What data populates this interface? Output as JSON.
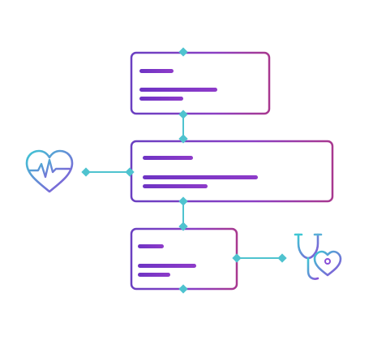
{
  "diagram": {
    "style": "medical-flowchart-infographic",
    "colors": {
      "gradient_start": "#6a3fc1",
      "gradient_mid": "#8a3fc4",
      "gradient_end": "#a8388f",
      "connector": "#4fc3cf",
      "icon_teal": "#3fc7d4",
      "icon_purple": "#8a4fd8",
      "placeholder_bar": "#7b35c6"
    },
    "nodes": [
      {
        "id": "box-top",
        "text_lines": 3
      },
      {
        "id": "box-middle",
        "text_lines": 3
      },
      {
        "id": "box-bottom",
        "text_lines": 3
      }
    ],
    "icons": [
      {
        "name": "heart-pulse-icon",
        "attached_to": "box-middle",
        "side": "left"
      },
      {
        "name": "stethoscope-heart-icon",
        "attached_to": "box-bottom",
        "side": "right"
      }
    ]
  }
}
